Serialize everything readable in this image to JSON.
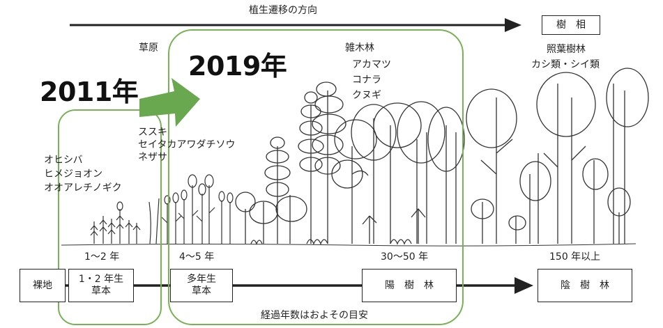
{
  "top": {
    "arrow_label": "植生遷移の方向",
    "forest_box": "樹　相"
  },
  "groups": {
    "grassland": "草原",
    "mixed_forest": "雑木林",
    "evergreen": "照葉樹林"
  },
  "species": {
    "pioneer": [
      "オヒシバ",
      "ヒメジョオン",
      "オオアレチノギク"
    ],
    "grass": [
      "ススキ",
      "セイタカアワダチソウ",
      "ネザサ"
    ],
    "mixed": [
      "アカマツ",
      "コナラ",
      "クヌギ"
    ],
    "evergreen": "カシ類・シイ類"
  },
  "years": {
    "y2011": "2011年",
    "y2019": "2019年"
  },
  "durations": [
    "1〜2 年",
    "4〜5 年",
    "30〜50 年",
    "150 年以上"
  ],
  "stages": {
    "bare": "裸地",
    "annual": [
      "1・2 年生",
      "草本"
    ],
    "perennial": [
      "多年生",
      "草本"
    ],
    "sun_forest": "陽　樹　林",
    "shade_forest": "陰　樹　林"
  },
  "footer": "経過年数はおよその目安",
  "colors": {
    "highlight": "#77b255",
    "arrow": "#6aa84f",
    "line": "#222222"
  }
}
